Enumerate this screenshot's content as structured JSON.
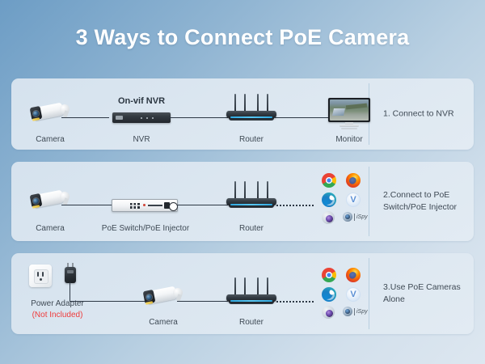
{
  "header": {
    "title": "3 Ways to Connect PoE Camera"
  },
  "colors": {
    "background_top": "#6d9dc5",
    "background_bottom": "#dde7f0",
    "card": "#dbe6f0",
    "divider": "#b8cfe0",
    "text": "#3f4a55",
    "warning_text": "#ef3b3b",
    "router_led": "#2fa8e0"
  },
  "rows": [
    {
      "id": "row-1",
      "caption": "1. Connect to NVR",
      "sub_title": "On-vif NVR",
      "devices": [
        {
          "name": "camera",
          "label": "Camera"
        },
        {
          "name": "nvr",
          "label": "NVR"
        },
        {
          "name": "router",
          "label": "Router"
        },
        {
          "name": "monitor",
          "label": "Monitor"
        }
      ],
      "apps": []
    },
    {
      "id": "row-2",
      "caption": "2.Connect to PoE Switch/PoE Injector",
      "caption_line1": "2.Connect to PoE",
      "caption_line2": "Switch/PoE Injector",
      "sub_title": "",
      "devices": [
        {
          "name": "camera",
          "label": "Camera"
        },
        {
          "name": "poe-switch",
          "label": "PoE Switch/PoE Injector"
        },
        {
          "name": "router",
          "label": "Router"
        }
      ],
      "apps": [
        {
          "name": "chrome",
          "label": ""
        },
        {
          "name": "firefox",
          "label": ""
        },
        {
          "name": "edge",
          "label": ""
        },
        {
          "name": "vlc",
          "label": "V"
        },
        {
          "name": "camera-viewer",
          "label": ""
        },
        {
          "name": "ispy",
          "label": "iSpy"
        }
      ]
    },
    {
      "id": "row-3",
      "caption": "3.Use PoE Cameras Alone",
      "caption_line1": "3.Use PoE Cameras",
      "caption_line2": "Alone",
      "sub_title": "",
      "devices": [
        {
          "name": "power-adapter",
          "label": "Power Adapter",
          "note": "(Not Included)"
        },
        {
          "name": "camera",
          "label": "Camera"
        },
        {
          "name": "router",
          "label": "Router"
        }
      ],
      "apps": [
        {
          "name": "chrome",
          "label": ""
        },
        {
          "name": "firefox",
          "label": ""
        },
        {
          "name": "edge",
          "label": ""
        },
        {
          "name": "vlc",
          "label": "V"
        },
        {
          "name": "camera-viewer",
          "label": ""
        },
        {
          "name": "ispy",
          "label": "iSpy"
        }
      ]
    }
  ]
}
